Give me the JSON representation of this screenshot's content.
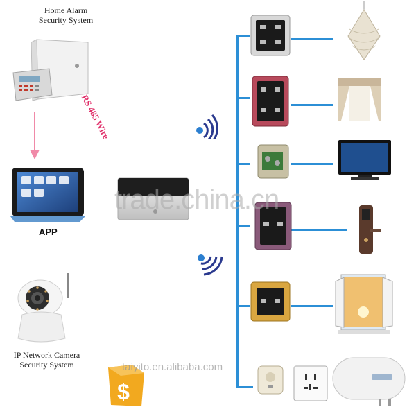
{
  "labels": {
    "alarm_line1": "Home Alarm",
    "alarm_line2": "Security System",
    "rs485": "RS 485 Wire",
    "app": "APP",
    "camera_line1": "IP Network Camera",
    "camera_line2": "Security System"
  },
  "watermarks": {
    "main": "trade.china.cn",
    "brand": "taiyito.en.alibaba.com"
  },
  "colors": {
    "bus": "#2c8fd6",
    "arrow": "#f08aa8",
    "rs485": "#e0306a"
  },
  "icons": [
    "wifi-signal-icon",
    "wifi-signal-icon",
    "dollar-bag-icon"
  ]
}
